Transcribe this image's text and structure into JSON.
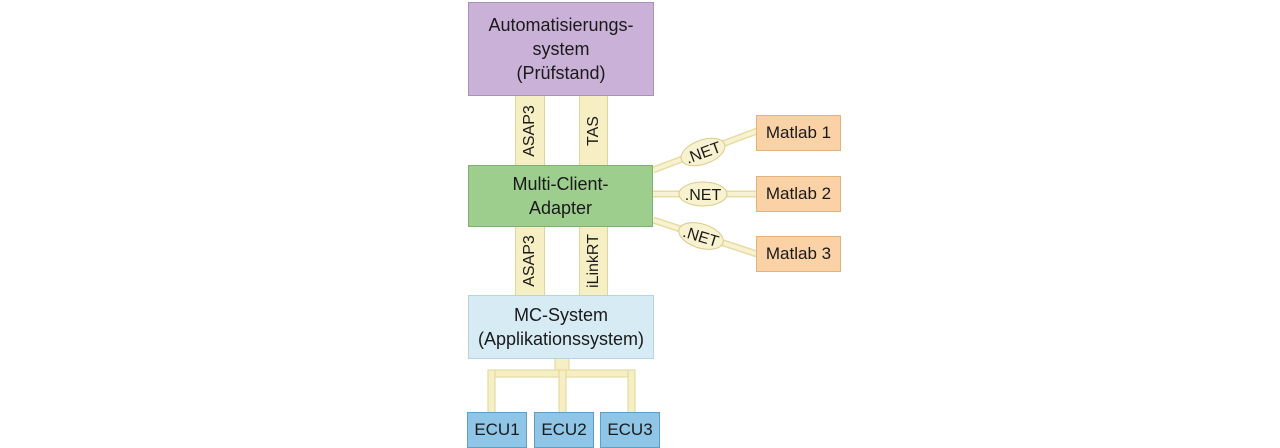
{
  "nodes": {
    "automation_system": [
      "Automatisierungs-",
      "system",
      "(Prüfstand)"
    ],
    "multi_client_adapter": [
      "Multi-Client-",
      "Adapter"
    ],
    "mc_system": [
      "MC-System",
      "(Applikationssystem)"
    ],
    "matlab": [
      "Matlab 1",
      "Matlab 2",
      "Matlab 3"
    ],
    "ecus": [
      "ECU1",
      "ECU2",
      "ECU3"
    ]
  },
  "interfaces": {
    "top_left": "ASAP3",
    "top_right": "TAS",
    "bottom_left": "ASAP3",
    "bottom_right": "iLinkRT",
    "net": [
      ".NET",
      ".NET",
      ".NET"
    ]
  },
  "colors": {
    "automation": "#cab1d8",
    "adapter": "#9ece8e",
    "mc_system": "#d6ebf3",
    "matlab": "#fad2a6",
    "ecu": "#8fc5e6",
    "connector": "#f6efc3"
  }
}
